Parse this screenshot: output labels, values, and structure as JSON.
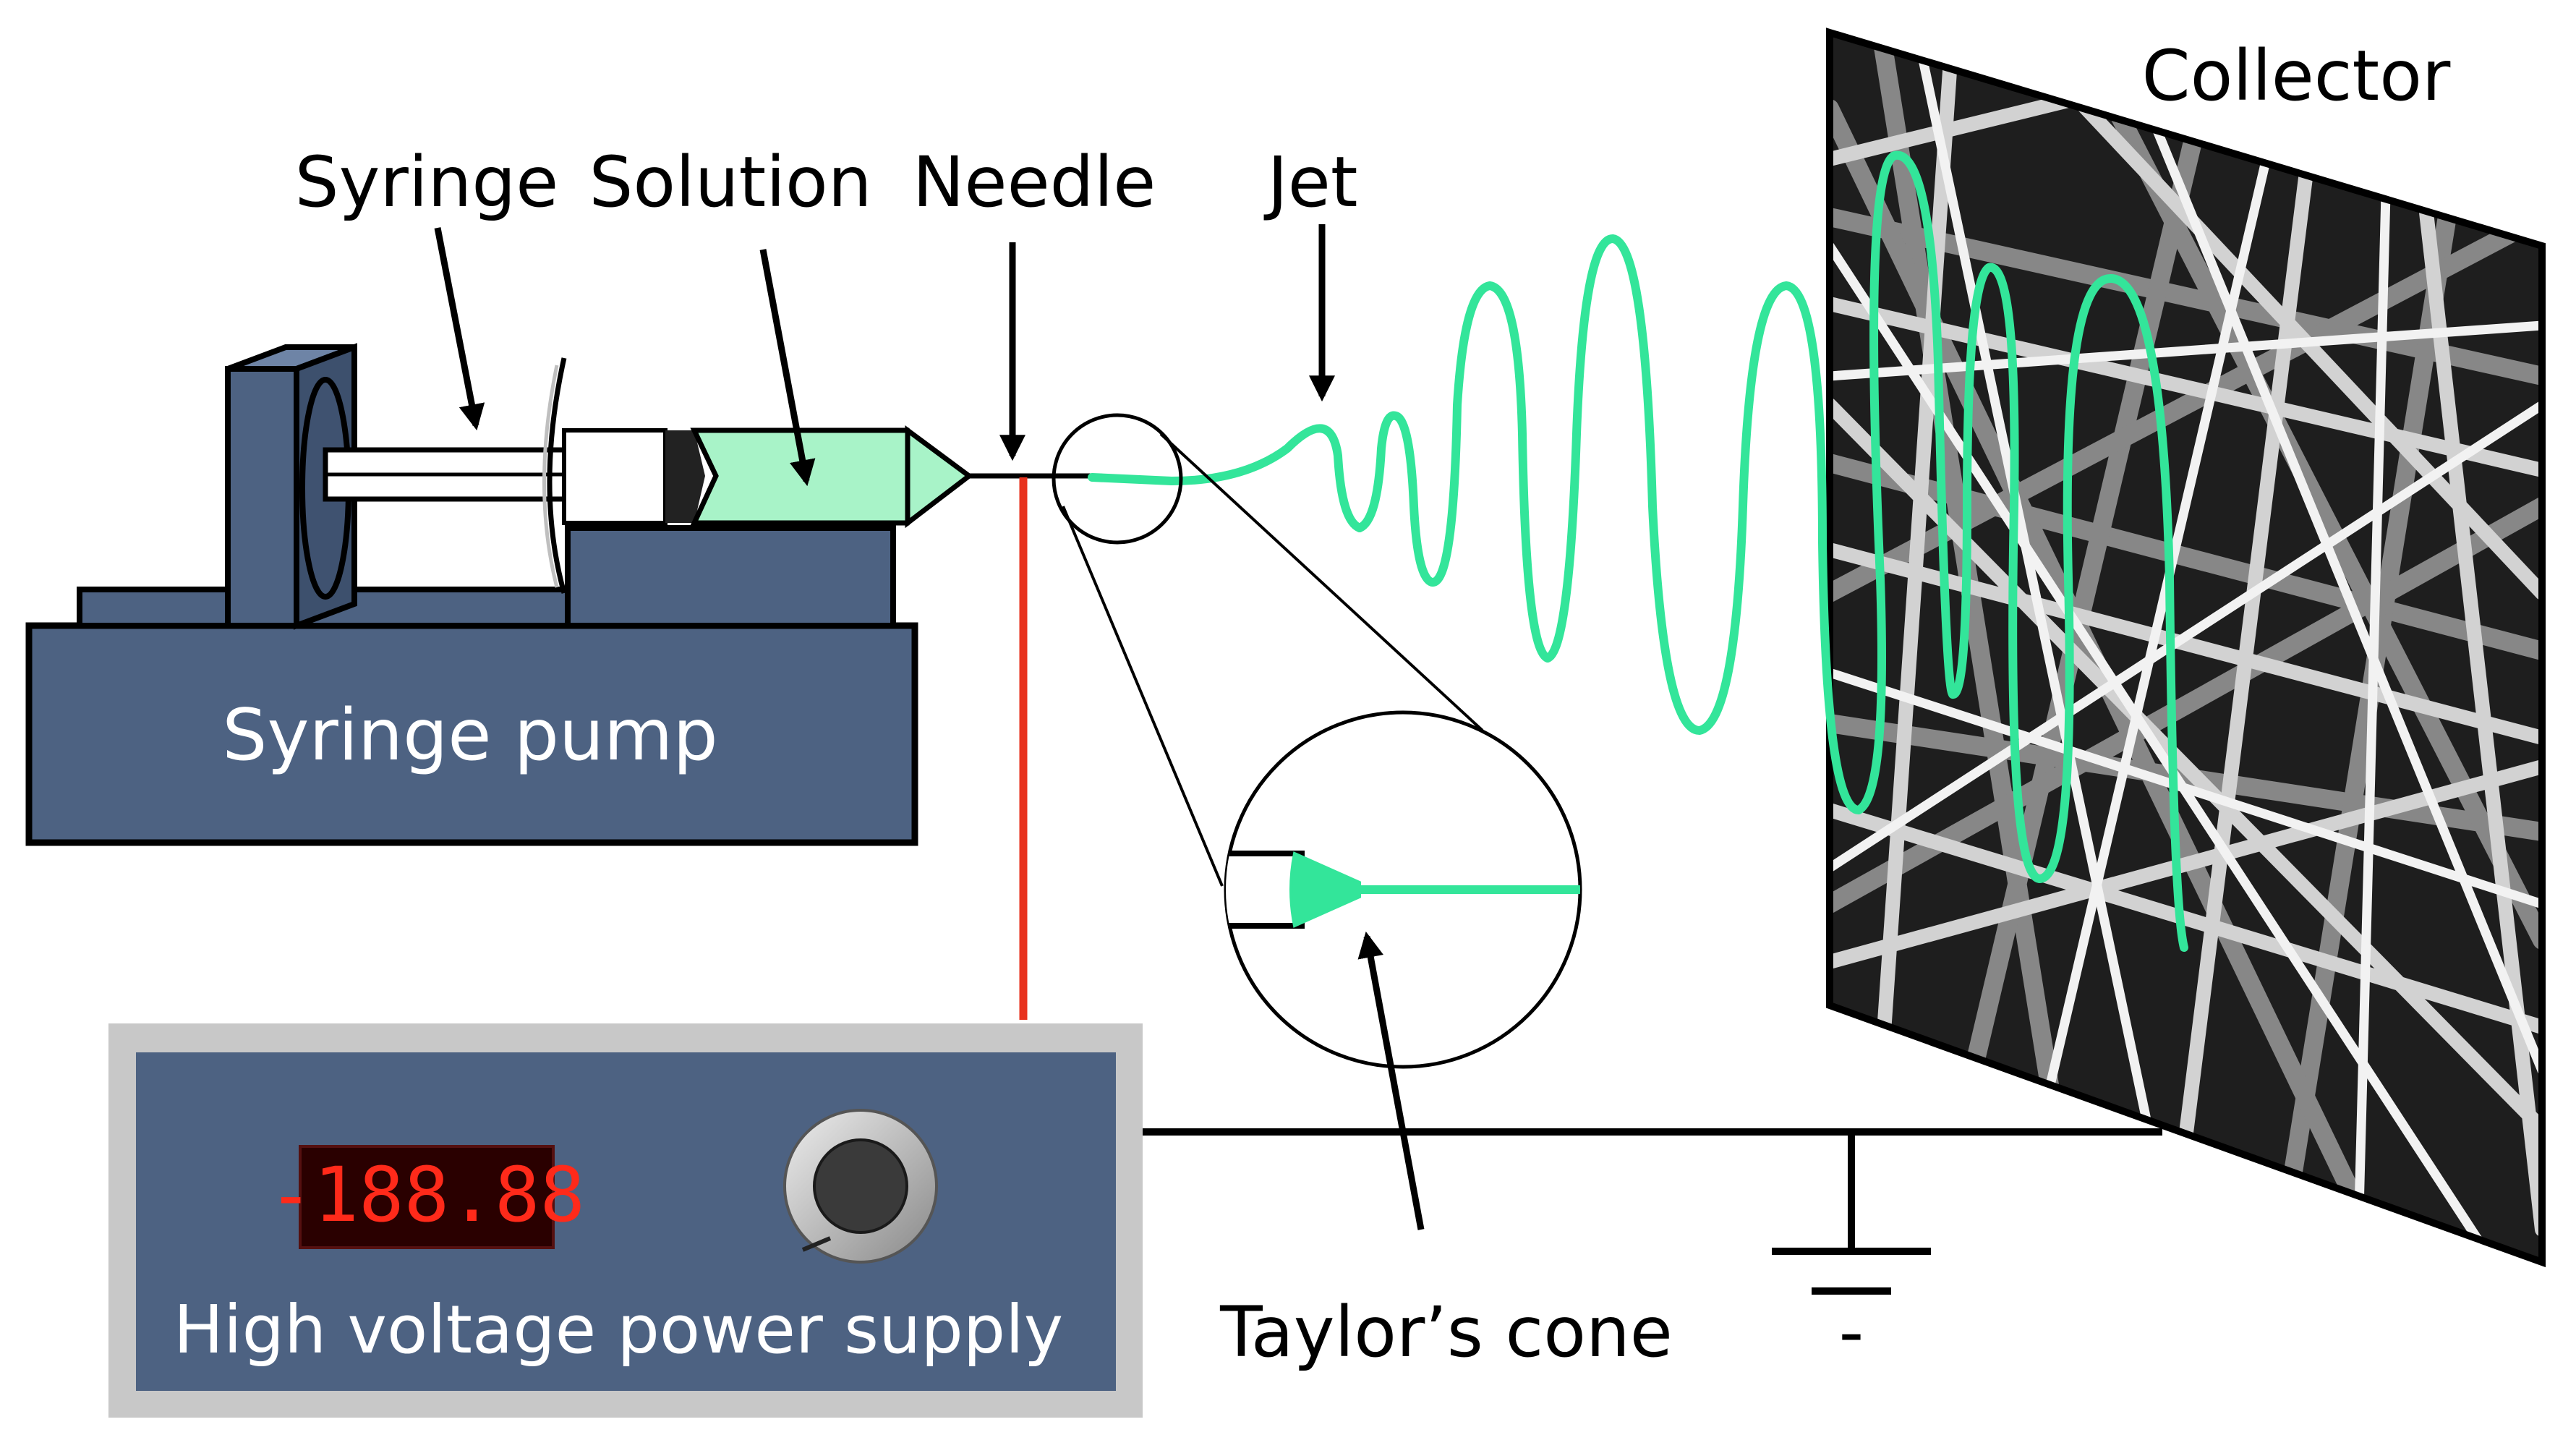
{
  "labels": {
    "syringe": "Syringe",
    "solution": "Solution",
    "needle": "Needle",
    "jet": "Jet",
    "collector": "Collector",
    "syringe_pump": "Syringe pump",
    "taylors_cone": "Taylor’s cone",
    "power_supply": "High voltage power supply",
    "ground_sign": "-"
  },
  "display": {
    "readout": "-188.88"
  },
  "colors": {
    "steel_blue": "#4d6282",
    "jet_green": "#33e59a",
    "solution_green": "#a8f3c8",
    "wire_red": "#e8321e",
    "frame_gray": "#c8c8c8",
    "lcd_red": "#ff2a1a",
    "outline": "#000000"
  },
  "icons": {
    "collector_texture": "nanofiber-mat-icon",
    "dial": "voltage-dial-icon",
    "ground": "ground-icon"
  }
}
